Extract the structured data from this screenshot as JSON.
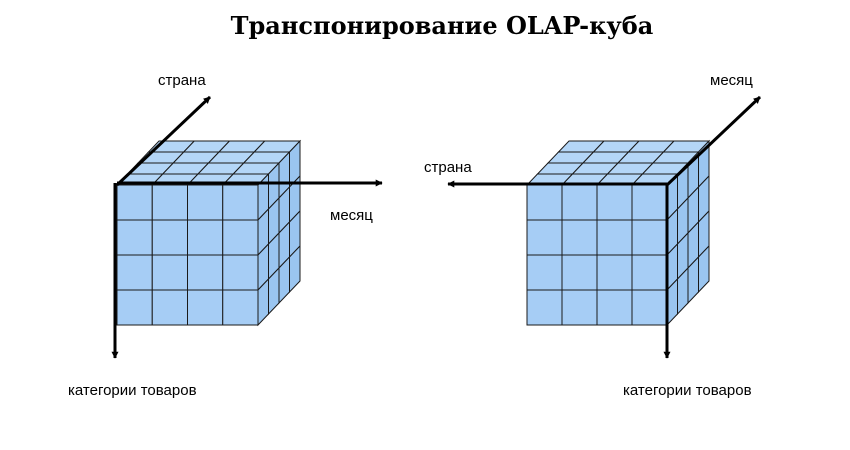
{
  "title": "Транспонирование OLAP-куба",
  "colors": {
    "cell_fill": "#a6cdf5",
    "cell_fill_side": "#9ac5f0",
    "cell_fill_top": "#b4d6f7",
    "grid_line": "#1a1a1a",
    "axis": "#000000",
    "background": "#ffffff"
  },
  "grid": {
    "rows": 4,
    "cols": 4,
    "depth": 4
  },
  "left_cube": {
    "axis_up_label": "страна",
    "axis_right_label": "месяц",
    "axis_down_label": "категории товаров"
  },
  "right_cube": {
    "axis_up_label": "месяц",
    "axis_left_label": "страна",
    "axis_down_label": "категории товаров"
  }
}
